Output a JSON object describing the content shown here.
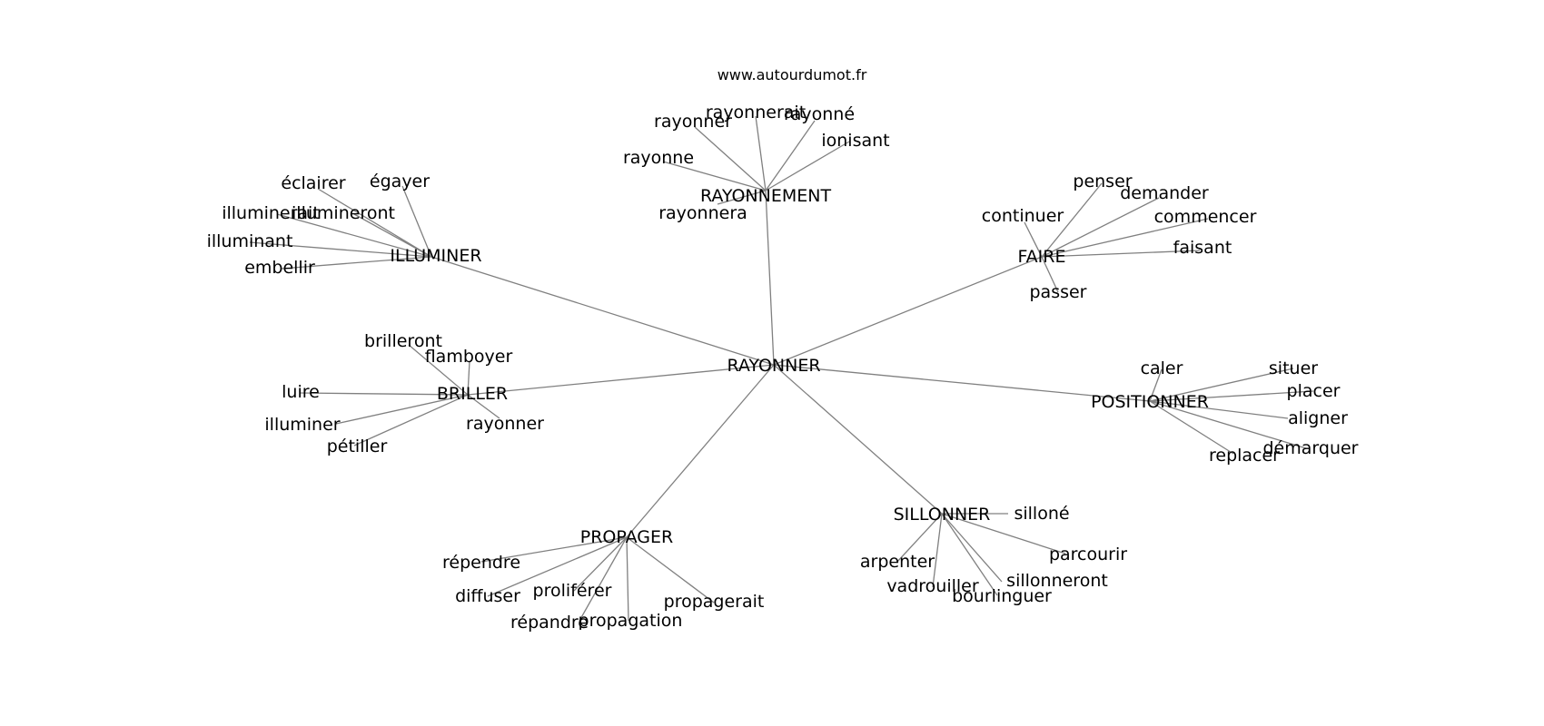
{
  "source": "www.autourdumot.fr",
  "center": "RAYONNER",
  "groups": [
    {
      "hub": "RAYONNEMENT",
      "words": [
        "rayonnerait",
        "rayonné",
        "rayonner",
        "ionisant",
        "rayonne",
        "rayonnera"
      ]
    },
    {
      "hub": "ILLUMINER",
      "words": [
        "éclairer",
        "égayer",
        "illuminerait",
        "illumineront",
        "illuminant",
        "embellir"
      ]
    },
    {
      "hub": "FAIRE",
      "words": [
        "penser",
        "demander",
        "continuer",
        "commencer",
        "faisant",
        "passer"
      ]
    },
    {
      "hub": "BRILLER",
      "words": [
        "brilleront",
        "flamboyer",
        "luire",
        "illuminer",
        "rayonner",
        "pétiller"
      ]
    },
    {
      "hub": "POSITIONNER",
      "words": [
        "caler",
        "situer",
        "placer",
        "aligner",
        "démarquer",
        "replacer"
      ]
    },
    {
      "hub": "SILLONNER",
      "words": [
        "silloné",
        "parcourir",
        "arpenter",
        "sillonneront",
        "vadrouiller",
        "bourlinguer"
      ]
    },
    {
      "hub": "PROPAGER",
      "words": [
        "répendre",
        "diffuser",
        "proliférer",
        "propagerait",
        "répandre",
        "propagation"
      ]
    }
  ]
}
